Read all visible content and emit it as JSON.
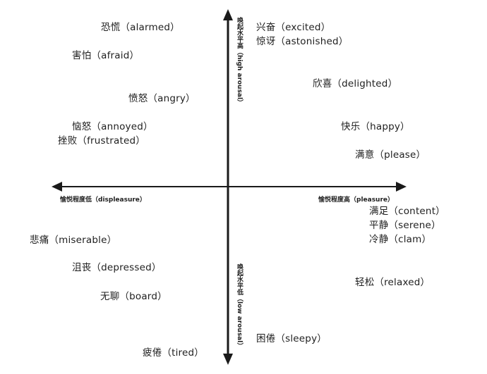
{
  "diagram": {
    "type": "circumplex-model-of-affect",
    "colors": {
      "background": "#ffffff",
      "axis": "#1a1a1a",
      "text": "#1e1e1e"
    },
    "axes": {
      "y_top": "唤起水平高（high arousal）",
      "y_bottom": "唤起水平低（low arousal）",
      "x_left": "愉悦程度低（displeasure）",
      "x_right": "愉悦程度高（pleasure）"
    },
    "emotions": [
      {
        "id": "alarmed",
        "label": "恐慌（alarmed）",
        "quadrant": "top-left"
      },
      {
        "id": "afraid",
        "label": "害怕（afraid）",
        "quadrant": "top-left"
      },
      {
        "id": "angry",
        "label": "愤怒（angry）",
        "quadrant": "top-left"
      },
      {
        "id": "annoyed",
        "label": "恼怒（annoyed）",
        "quadrant": "top-left"
      },
      {
        "id": "frustrated",
        "label": "挫败（frustrated）",
        "quadrant": "top-left"
      },
      {
        "id": "excited",
        "label": "兴奋（excited）",
        "quadrant": "top-right"
      },
      {
        "id": "astonished",
        "label": "惊讶（astonished）",
        "quadrant": "top-right"
      },
      {
        "id": "delighted",
        "label": "欣喜（delighted）",
        "quadrant": "top-right"
      },
      {
        "id": "happy",
        "label": "快乐（happy）",
        "quadrant": "top-right"
      },
      {
        "id": "please",
        "label": "满意（please）",
        "quadrant": "top-right"
      },
      {
        "id": "miserable",
        "label": "悲痛（miserable）",
        "quadrant": "bottom-left"
      },
      {
        "id": "depressed",
        "label": "沮丧（depressed）",
        "quadrant": "bottom-left"
      },
      {
        "id": "board",
        "label": "无聊（board）",
        "quadrant": "bottom-left"
      },
      {
        "id": "tired",
        "label": "疲倦（tired）",
        "quadrant": "bottom-left"
      },
      {
        "id": "content",
        "label": "满足（content）",
        "quadrant": "bottom-right"
      },
      {
        "id": "serene",
        "label": "平静（serene）",
        "quadrant": "bottom-right"
      },
      {
        "id": "clam",
        "label": "冷静（clam）",
        "quadrant": "bottom-right"
      },
      {
        "id": "relaxed",
        "label": "轻松（relaxed）",
        "quadrant": "bottom-right"
      },
      {
        "id": "sleepy",
        "label": "困倦（sleepy）",
        "quadrant": "bottom-right"
      }
    ]
  }
}
